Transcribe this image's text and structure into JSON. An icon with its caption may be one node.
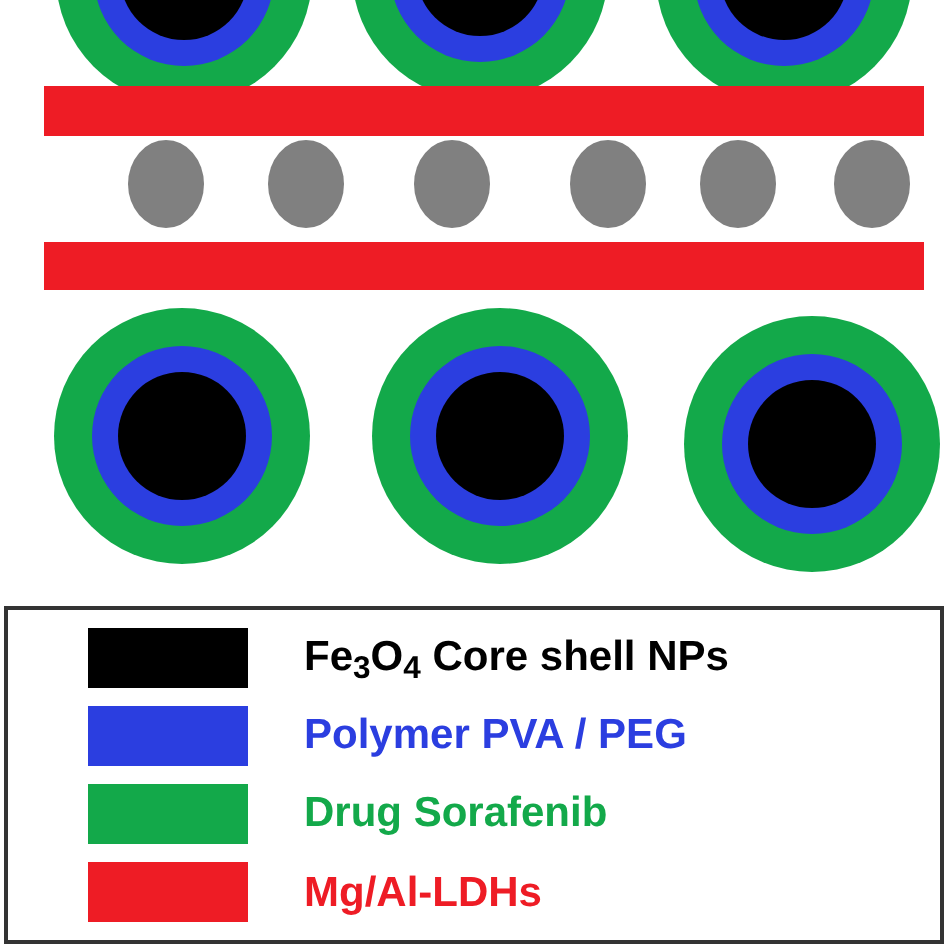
{
  "diagram": {
    "legend": [
      {
        "text": "Fe$_{3}$O$_{4}$ Core shell NPs",
        "color": "#000000"
      },
      {
        "text": "Polymer PVA / PEG",
        "color": "#2b3ee0"
      },
      {
        "text": "Drug Sorafenib",
        "color": "#13a94a"
      },
      {
        "text": "Mg/Al-LDHs",
        "color": "#ee1c25"
      }
    ]
  }
}
